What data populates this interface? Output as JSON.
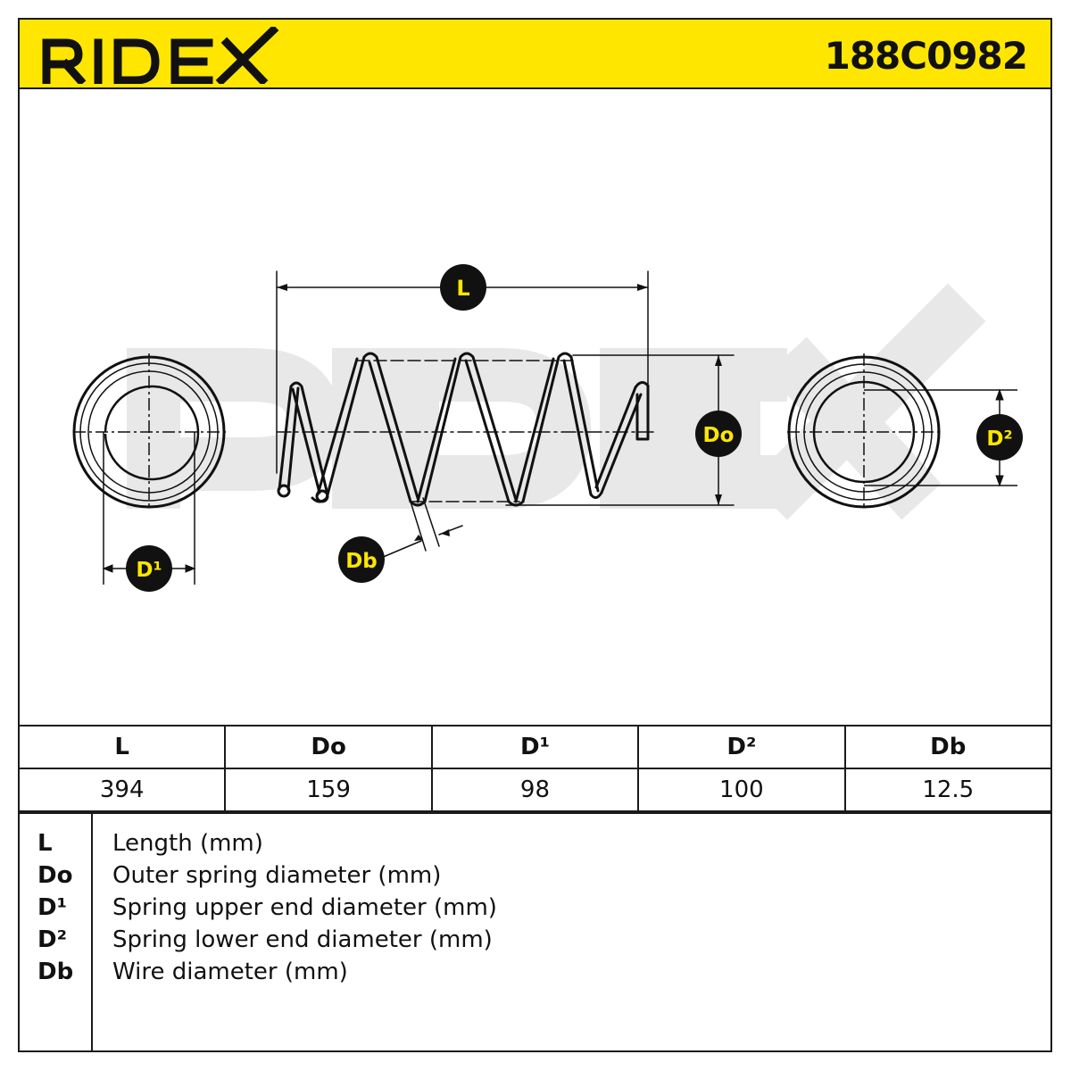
{
  "header": {
    "brand": "RIDEX",
    "part_number": "188C0982"
  },
  "diagram": {
    "labels": {
      "length": "L",
      "outer_diameter": "Do",
      "upper_diameter": "D¹",
      "lower_diameter": "D²",
      "wire_diameter": "Db"
    },
    "watermark": "RIDEX",
    "colors": {
      "label_bg": "#111111",
      "label_text": "#ffe600",
      "watermark": "#e6e6e6"
    }
  },
  "table": {
    "headers": [
      "L",
      "Do",
      "D¹",
      "D²",
      "Db"
    ],
    "values": [
      "394",
      "159",
      "98",
      "100",
      "12.5"
    ]
  },
  "legend": [
    {
      "key": "L",
      "desc": "Length (mm)"
    },
    {
      "key": "Do",
      "desc": "Outer spring diameter (mm)"
    },
    {
      "key": "D¹",
      "desc": "Spring upper end diameter (mm)"
    },
    {
      "key": "D²",
      "desc": "Spring lower end diameter (mm)"
    },
    {
      "key": "Db",
      "desc": "Wire diameter (mm)"
    }
  ]
}
